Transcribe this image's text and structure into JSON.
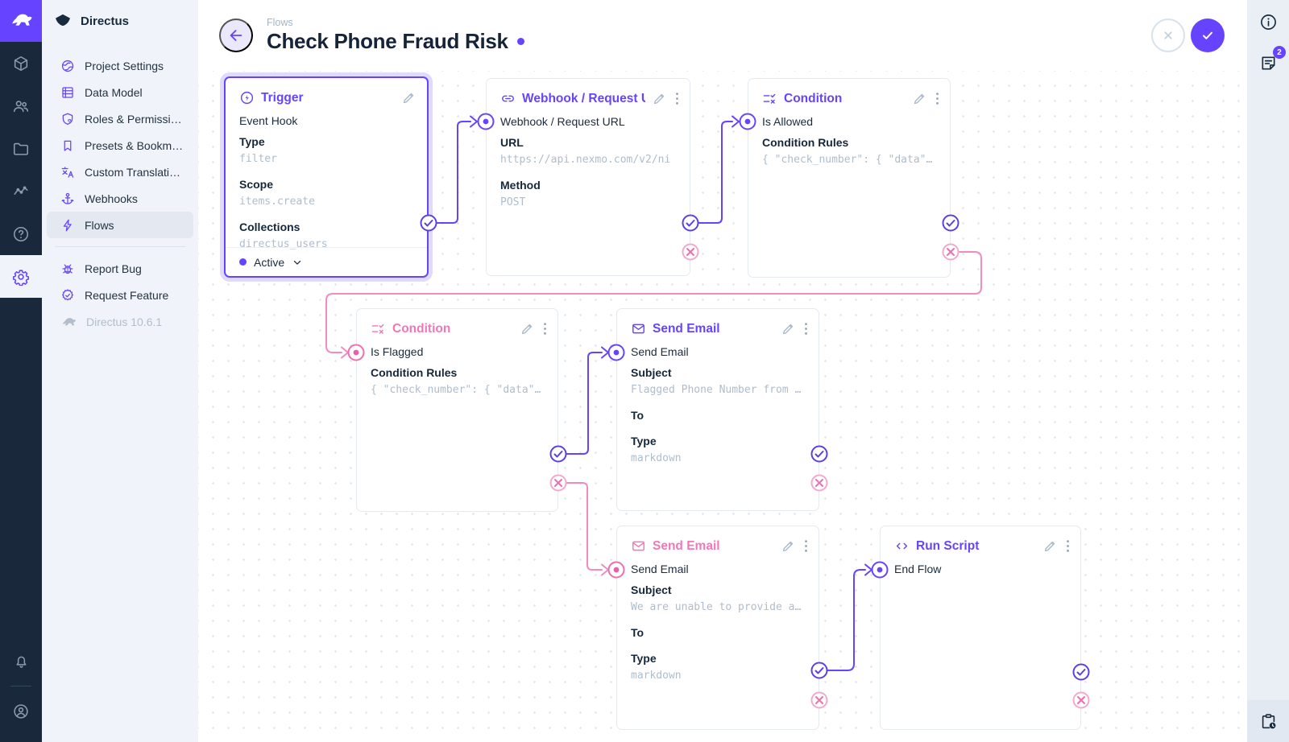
{
  "brand": "Directus",
  "sidebar": {
    "project_name": "Directus",
    "items": [
      {
        "label": "Project Settings",
        "icon": "globe-icon"
      },
      {
        "label": "Data Model",
        "icon": "data-model-icon"
      },
      {
        "label": "Roles & Permissions",
        "icon": "shield-icon"
      },
      {
        "label": "Presets & Bookmar...",
        "icon": "bookmark-icon"
      },
      {
        "label": "Custom Translations",
        "icon": "translate-icon"
      },
      {
        "label": "Webhooks",
        "icon": "anchor-icon"
      },
      {
        "label": "Flows",
        "icon": "bolt-icon"
      }
    ],
    "footer_items": [
      {
        "label": "Report Bug",
        "icon": "bug-icon"
      },
      {
        "label": "Request Feature",
        "icon": "badge-check-icon"
      }
    ],
    "version": "Directus 10.6.1"
  },
  "header": {
    "breadcrumb": "Flows",
    "title": "Check Phone Fraud Risk"
  },
  "rightbar": {
    "notifications_count": "2"
  },
  "panels": {
    "trigger": {
      "title": "Trigger",
      "name": "Event Hook",
      "type_label": "Type",
      "type_value": "filter",
      "scope_label": "Scope",
      "scope_value": "items.create",
      "collections_label": "Collections",
      "collections_value": "directus_users",
      "status": "Active"
    },
    "webhook": {
      "title": "Webhook / Request URL",
      "name": "Webhook / Request URL",
      "url_label": "URL",
      "url_value": "https://api.nexmo.com/v2/ni",
      "method_label": "Method",
      "method_value": "POST"
    },
    "condition1": {
      "title": "Condition",
      "name": "Is Allowed",
      "rules_label": "Condition Rules",
      "rules_value": "{ \"check_number\": { \"data\"…"
    },
    "condition2": {
      "title": "Condition",
      "name": "Is Flagged",
      "rules_label": "Condition Rules",
      "rules_value": "{ \"check_number\": { \"data\"…"
    },
    "email1": {
      "title": "Send Email",
      "name": "Send Email",
      "subject_label": "Subject",
      "subject_value": "Flagged Phone Number from …",
      "to_label": "To",
      "type_label": "Type",
      "type_value": "markdown"
    },
    "email2": {
      "title": "Send Email",
      "name": "Send Email",
      "subject_label": "Subject",
      "subject_value": "We are unable to provide a…",
      "to_label": "To",
      "type_label": "Type",
      "type_value": "markdown"
    },
    "script": {
      "title": "Run Script",
      "name": "End Flow"
    }
  },
  "colors": {
    "accent": "#6644FF",
    "reject_pink": "#F277B7",
    "resolve_purple": "#6644FF"
  }
}
